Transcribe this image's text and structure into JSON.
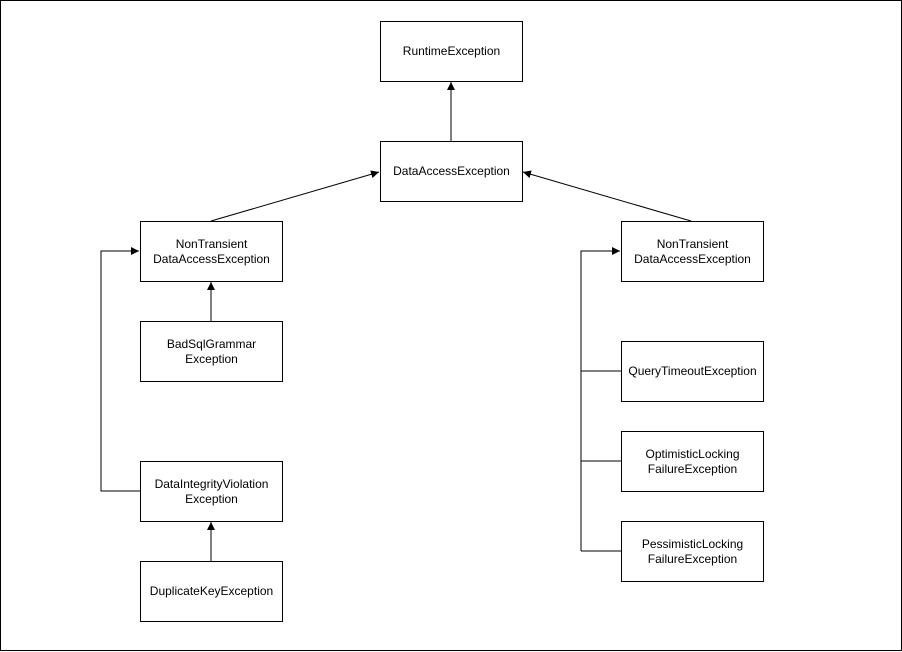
{
  "diagram": {
    "nodes": {
      "runtime": "RuntimeException",
      "data_access": "DataAccessException",
      "left_non_transient": "NonTransient\nDataAccessException",
      "right_non_transient": "NonTransient\nDataAccessException",
      "bad_sql_grammar": "BadSqlGrammar\nException",
      "data_integrity_violation": "DataIntegrityViolation\nException",
      "duplicate_key": "DuplicateKeyException",
      "query_timeout": "QueryTimeoutException",
      "optimistic_locking": "OptimisticLocking\nFailureException",
      "pessimistic_locking": "PessimisticLocking\nFailureException"
    },
    "edges": [
      {
        "from": "data_access",
        "to": "runtime"
      },
      {
        "from": "left_non_transient",
        "to": "data_access"
      },
      {
        "from": "right_non_transient",
        "to": "data_access"
      },
      {
        "from": "bad_sql_grammar",
        "to": "left_non_transient"
      },
      {
        "from": "data_integrity_violation",
        "to": "left_non_transient"
      },
      {
        "from": "duplicate_key",
        "to": "data_integrity_violation"
      },
      {
        "from": "query_timeout",
        "to": "right_non_transient"
      },
      {
        "from": "optimistic_locking",
        "to": "right_non_transient"
      },
      {
        "from": "pessimistic_locking",
        "to": "right_non_transient"
      }
    ],
    "colors": {
      "stroke": "#000000",
      "fill": "#ffffff"
    }
  }
}
